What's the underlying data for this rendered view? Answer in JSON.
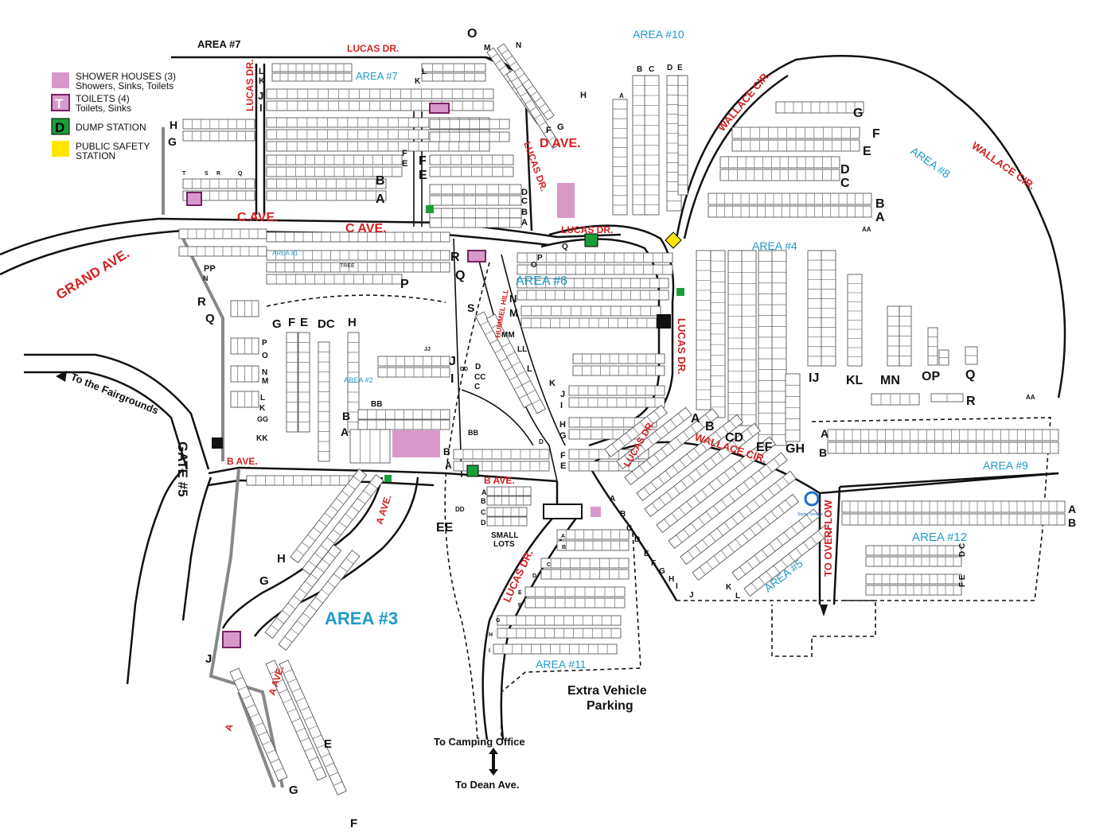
{
  "legend": {
    "shower_title": "SHOWER HOUSES (3)",
    "shower_sub": "Showers, Sinks, Toilets",
    "toilet_icon": "T",
    "toilet_title": "TOILETS (4)",
    "toilet_sub": "Toilets, Sinks",
    "dump_icon": "D",
    "dump_title": "DUMP STATION",
    "safety_title_1": "PUBLIC SAFETY",
    "safety_title_2": "STATION",
    "colors": {
      "shower": "#d899c9",
      "dump": "#1a9e3a",
      "safety": "#ffe600",
      "street": "#d42020",
      "area": "#1f9ac9"
    }
  },
  "areas": {
    "a7_top": "AREA #7",
    "a7": "AREA #7",
    "a10": "AREA #10",
    "a8": "AREA #8",
    "a4": "AREA #4",
    "a6": "AREA #6",
    "a1": "AREA #1",
    "a2": "AREA #2",
    "a9": "AREA #9",
    "a12": "AREA #12",
    "a5": "AREA #5",
    "a3": "AREA #3",
    "a11": "AREA #11"
  },
  "streets": {
    "lucas_top": "LUCAS DR.",
    "lucas_v1": "LUCAS DR.",
    "lucas_v2": "LUCAS DR.",
    "lucas_mid": "LUCAS DR.",
    "lucas_right": "LUCAS DR.",
    "lucas_lower": "LUCAS DR.",
    "lucas_south": "LUCAS DR.",
    "d_ave": "D AVE.",
    "c_ave_1": "C AVE.",
    "c_ave_2": "C AVE.",
    "grand_ave": "GRAND AVE.",
    "wallace_1": "WALLACE CIR.",
    "wallace_2": "WALLACE CIR.",
    "wallace_3": "WALLACE CIR.",
    "b_ave_1": "B AVE.",
    "b_ave_2": "B AVE.",
    "a_ave_1": "A AVE.",
    "a_ave_2": "A AVE.",
    "a_left": "A",
    "hummel": "HUMMEL HILL",
    "to_overflow": "TO OVERFLOW"
  },
  "places": {
    "fairgrounds": "To the Fairgrounds",
    "gate5": "GATE #5",
    "camping_office": "To Camping Office",
    "dean_ave": "To Dean Ave.",
    "extra_parking_1": "Extra Vehicle",
    "extra_parking_2": "Parking",
    "small_lots_1": "SMALL",
    "small_lots_2": "LOTS",
    "septic": "Septic Service",
    "tree": "TREE"
  },
  "rows": {
    "O_top": "O",
    "M_top": "M",
    "N_top": "N",
    "F_top": "F",
    "G_top": "G",
    "H_top": "H",
    "L7": "L",
    "K7": "K",
    "J7": "J",
    "I7": "I",
    "L7b": "L",
    "K7b": "K",
    "H_left": "H",
    "G_left": "G",
    "F7": "F",
    "E7": "E",
    "B7": "B",
    "A7": "A",
    "F7b": "F",
    "E7b": "E",
    "D7": "D",
    "C7": "C",
    "B7b": "B",
    "A7b": "A",
    "A10": "A",
    "B10": "B",
    "C10": "C",
    "D10": "D",
    "E10": "E",
    "G8": "G",
    "F8": "F",
    "E8": "E",
    "D8": "D",
    "C8": "C",
    "B8": "B",
    "A8": "A",
    "AA8": "AA",
    "R1": "R",
    "Q1": "Q",
    "P1": "P",
    "PP": "PP",
    "N1": "N",
    "R2": "R",
    "Q2": "Q",
    "G2": "G",
    "F2": "F",
    "E2": "E",
    "DC": "DC",
    "H2": "H",
    "P2": "P",
    "O2": "O",
    "N2": "N",
    "M2": "M",
    "L2": "L",
    "K2": "K",
    "GG": "GG",
    "KK": "KK",
    "J2": "J",
    "I2": "I",
    "BB2": "BB",
    "B2": "B",
    "A2": "A",
    "JJ": "JJ",
    "S6": "S",
    "Q6": "Q",
    "P6": "P",
    "O6": "O",
    "N6": "N",
    "M6": "M",
    "MM": "MM",
    "LL": "LL",
    "L6": "L",
    "K6": "K",
    "D6": "D",
    "CC": "CC",
    "C6": "C",
    "DD6": "DD",
    "J6": "J",
    "I6": "I",
    "H6": "H",
    "G6": "G",
    "F6": "F",
    "E6": "E",
    "D6b": "D",
    "BB6": "BB",
    "B6": "B",
    "A6": "A",
    "A4": "A",
    "B4": "B",
    "CD4": "CD",
    "EF4": "EF",
    "GH4": "GH",
    "IJ4": "IJ",
    "KL4": "KL",
    "MN4": "MN",
    "OP4": "OP",
    "Q4": "Q",
    "R4": "R",
    "AA4": "AA",
    "A9": "A",
    "B9": "B",
    "A12": "A",
    "B12": "B",
    "DC12": "D C",
    "FE12": "F E",
    "A5": "A",
    "B5": "B",
    "C5": "C",
    "D5": "D",
    "E5": "E",
    "F5": "F",
    "G5": "G",
    "H5": "H",
    "I5": "I",
    "J5": "J",
    "K5": "K",
    "L5": "L",
    "EE": "EE",
    "A_sl": "A",
    "B_sl": "B",
    "C_sl": "C",
    "D_sl": "D",
    "DD_sl": "DD",
    "A11": "A",
    "B11": "B",
    "C11": "C",
    "D11": "D",
    "E11": "E",
    "F11": "F",
    "G11": "G",
    "H11": "H",
    "I11": "I",
    "H3": "H",
    "G3": "G",
    "J3": "J",
    "E3": "E",
    "F3": "F",
    "G3b": "G",
    "T7": "T",
    "S7": "S",
    "R7": "R",
    "Q7": "Q"
  }
}
